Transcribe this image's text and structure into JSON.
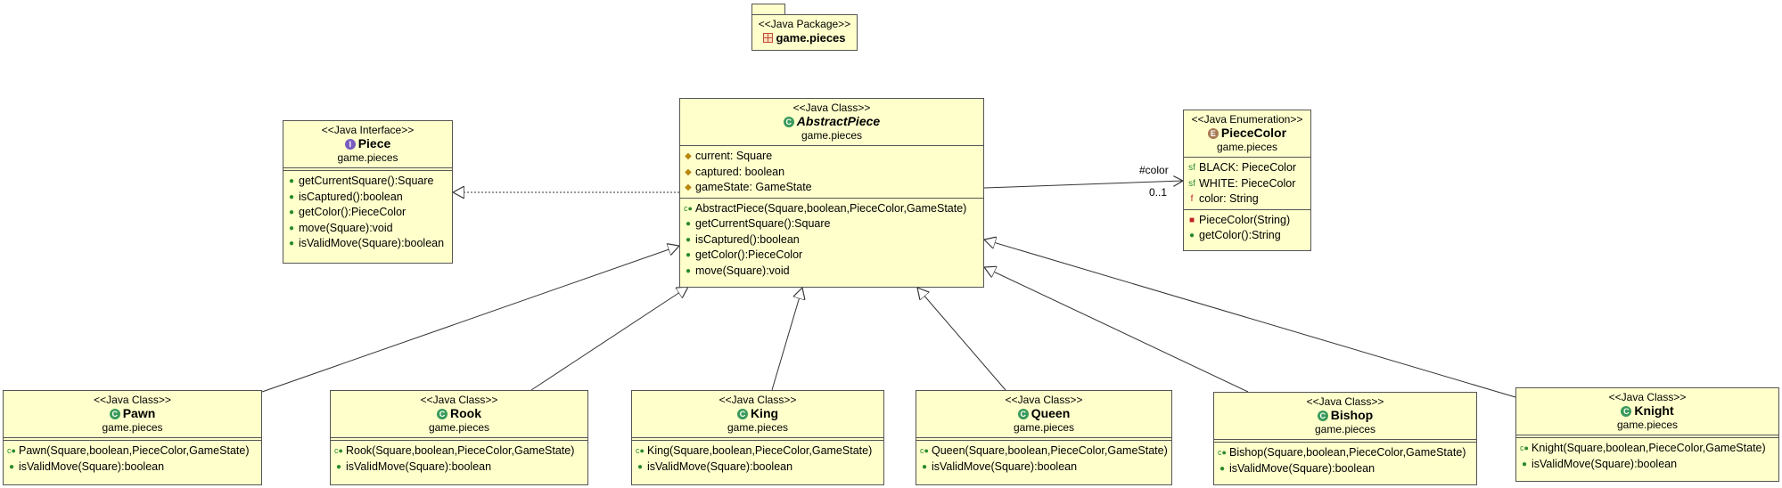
{
  "package": {
    "stereotype": "<<Java Package>>",
    "name": "game.pieces"
  },
  "piece": {
    "stereotype": "<<Java Interface>>",
    "name": "Piece",
    "package": "game.pieces",
    "methods": [
      "getCurrentSquare():Square",
      "isCaptured():boolean",
      "getColor():PieceColor",
      "move(Square):void",
      "isValidMove(Square):boolean"
    ]
  },
  "abstract_piece": {
    "stereotype": "<<Java Class>>",
    "name": "AbstractPiece",
    "package": "game.pieces",
    "fields": [
      "current: Square",
      "captured: boolean",
      "gameState: GameState"
    ],
    "methods": [
      "AbstractPiece(Square,boolean,PieceColor,GameState)",
      "getCurrentSquare():Square",
      "isCaptured():boolean",
      "getColor():PieceColor",
      "move(Square):void"
    ]
  },
  "piece_color": {
    "stereotype": "<<Java Enumeration>>",
    "name": "PieceColor",
    "package": "game.pieces",
    "fields": [
      "BLACK: PieceColor",
      "WHITE: PieceColor",
      "color: String"
    ],
    "methods": [
      "PieceColor(String)",
      "getColor():String"
    ]
  },
  "association": {
    "role": "#color",
    "multiplicity": "0..1"
  },
  "subclasses": [
    {
      "stereotype": "<<Java Class>>",
      "name": "Pawn",
      "package": "game.pieces",
      "methods": [
        "Pawn(Square,boolean,PieceColor,GameState)",
        "isValidMove(Square):boolean"
      ]
    },
    {
      "stereotype": "<<Java Class>>",
      "name": "Rook",
      "package": "game.pieces",
      "methods": [
        "Rook(Square,boolean,PieceColor,GameState)",
        "isValidMove(Square):boolean"
      ]
    },
    {
      "stereotype": "<<Java Class>>",
      "name": "King",
      "package": "game.pieces",
      "methods": [
        "King(Square,boolean,PieceColor,GameState)",
        "isValidMove(Square):boolean"
      ]
    },
    {
      "stereotype": "<<Java Class>>",
      "name": "Queen",
      "package": "game.pieces",
      "methods": [
        "Queen(Square,boolean,PieceColor,GameState)",
        "isValidMove(Square):boolean"
      ]
    },
    {
      "stereotype": "<<Java Class>>",
      "name": "Bishop",
      "package": "game.pieces",
      "methods": [
        "Bishop(Square,boolean,PieceColor,GameState)",
        "isValidMove(Square):boolean"
      ]
    },
    {
      "stereotype": "<<Java Class>>",
      "name": "Knight",
      "package": "game.pieces",
      "methods": [
        "Knight(Square,boolean,PieceColor,GameState)",
        "isValidMove(Square):boolean"
      ]
    }
  ],
  "icons": {
    "class": "class-icon",
    "interface": "interface-icon",
    "enumeration": "enum-icon",
    "package": "package-icon"
  },
  "colors": {
    "box_fill": "#ffffcc",
    "border": "#555555"
  }
}
